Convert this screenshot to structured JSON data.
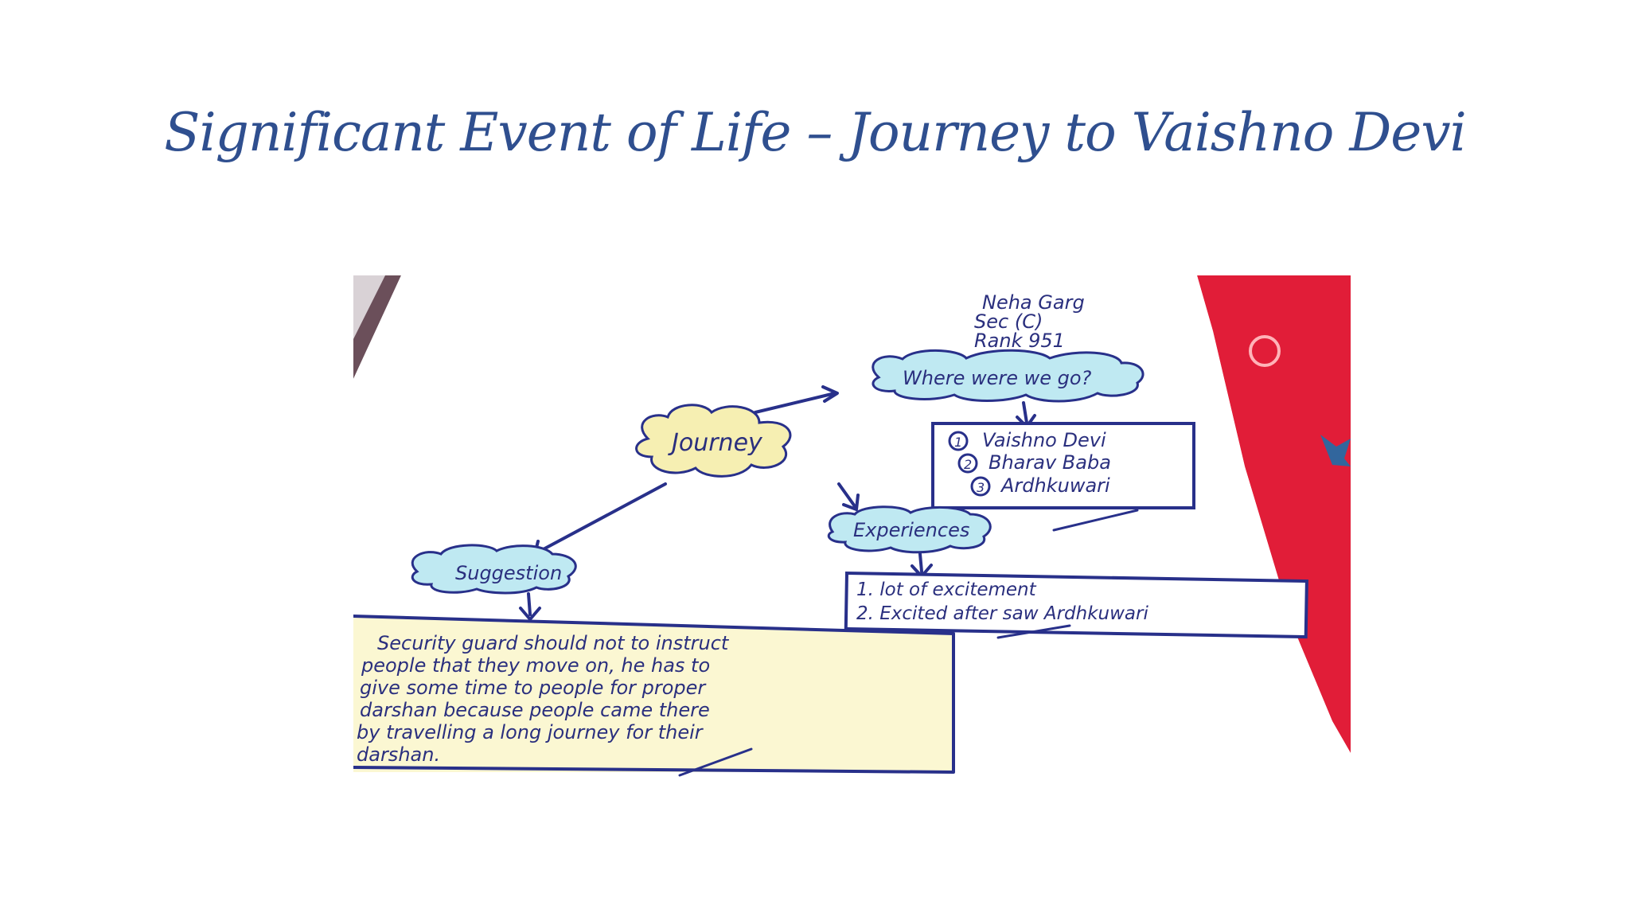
{
  "slide": {
    "title": "Significant Event of Life – Journey to Vaishno Devi"
  },
  "photo": {
    "header": {
      "name": "Neha Garg",
      "section": "Sec (C)",
      "rank": "Rank 951"
    },
    "center_cloud": "Journey",
    "where_cloud": "Where were we go?",
    "where_items": [
      {
        "num": "1",
        "text": "Vaishno Devi"
      },
      {
        "num": "2",
        "text": "Bharav Baba"
      },
      {
        "num": "3",
        "text": "Ardhkuwari"
      }
    ],
    "experiences_cloud": "Experiences",
    "experience_items": [
      "1.  lot of excitement",
      "2.  Excited after saw Ardhkuwari"
    ],
    "suggestion_cloud": "Suggestion",
    "suggestion_lines": [
      "Security guard should not to instruct",
      "people that they move on, he has to",
      "give some time to people for proper",
      "darshan because people came there",
      "by travelling a long journey for their",
      "darshan."
    ]
  }
}
